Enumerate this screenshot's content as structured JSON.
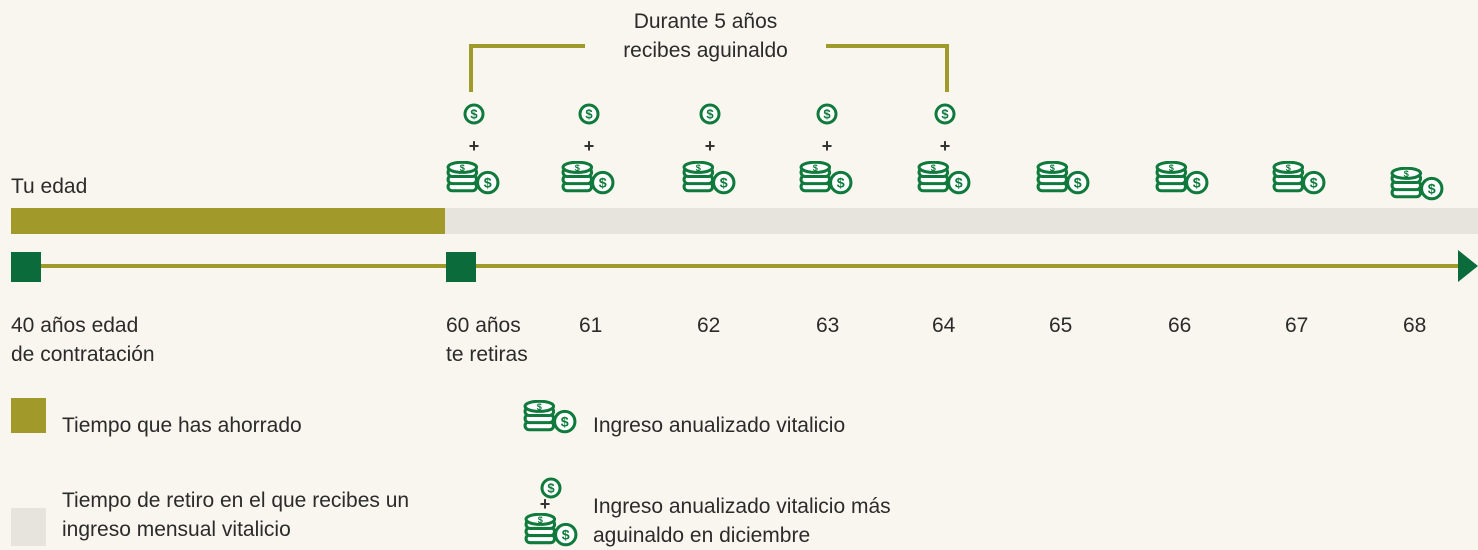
{
  "bracket": {
    "line1": "Durante 5 años",
    "line2": "recibes aguinaldo"
  },
  "axis_title": "Tu edad",
  "ticks": [
    {
      "line1": "40 años edad",
      "line2": "de contratación"
    },
    {
      "line1": "60 años",
      "line2": "te retiras"
    },
    {
      "line1": "61"
    },
    {
      "line1": "62"
    },
    {
      "line1": "63"
    },
    {
      "line1": "64"
    },
    {
      "line1": "65"
    },
    {
      "line1": "66"
    },
    {
      "line1": "67"
    },
    {
      "line1": "68"
    }
  ],
  "plus_sign": "+",
  "legend": {
    "saved": "Tiempo que has ahorrado",
    "retired_line1": "Tiempo de retiro en el que recibes un",
    "retired_line2": "ingreso mensual vitalicio",
    "income": "Ingreso anualizado vitalicio",
    "income_bonus_line1": "Ingreso anualizado vitalicio más",
    "income_bonus_line2": "aguinaldo en diciembre"
  },
  "colors": {
    "background": "#f9f6ef",
    "saved_bar": "#a19a2b",
    "retired_bar": "#e6e4dd",
    "marker": "#0b6b3a",
    "axis_line": "#9f9b2a",
    "coin_icon": "#0f7a3c"
  },
  "icons": {
    "coin_single": "dollar-coin-icon",
    "coin_stack": "coin-stack-icon"
  }
}
